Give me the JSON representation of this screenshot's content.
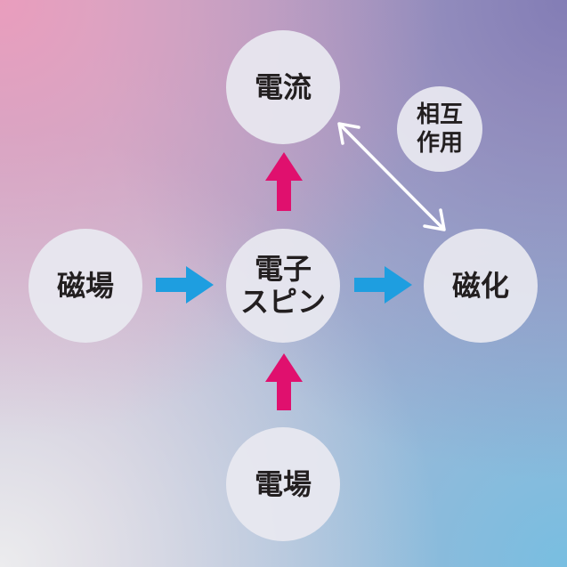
{
  "nodes": {
    "denryu": "電流",
    "jiba": "磁場",
    "spin_line1": "電子",
    "spin_line2": "スピン",
    "jika": "磁化",
    "denba": "電場",
    "sogo_line1": "相互",
    "sogo_line2": "作用"
  },
  "colors": {
    "magenta_arrow": "#e0106e",
    "blue_arrow": "#1e9ee0",
    "double_arrow": "#ffffff"
  }
}
